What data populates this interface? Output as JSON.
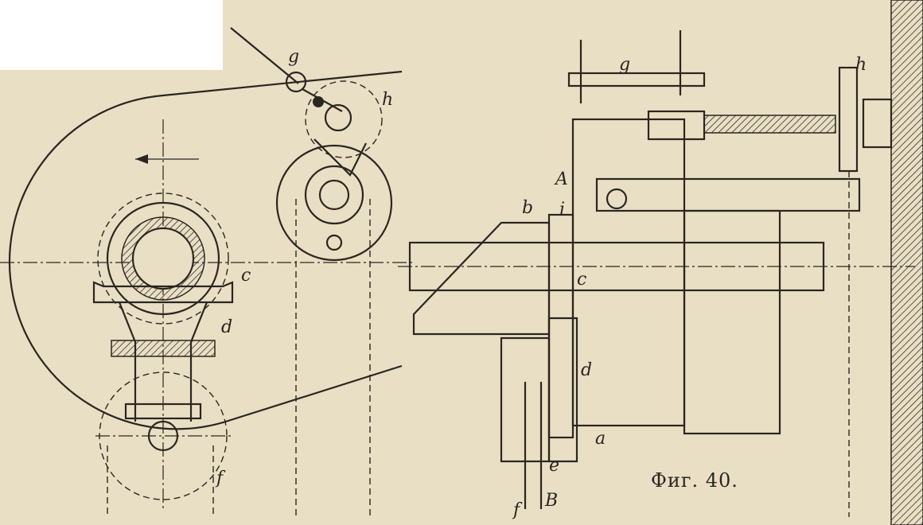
{
  "figure": {
    "caption": "Фиг. 40."
  },
  "left_view": {
    "labels": {
      "g": "g",
      "h": "h",
      "c": "c",
      "d": "d",
      "f": "f"
    }
  },
  "right_view": {
    "labels": {
      "g": "g",
      "h": "h",
      "A": "A",
      "b": "b",
      "i": "i",
      "c": "c",
      "d": "d",
      "a": "a",
      "e": "e",
      "f": "f",
      "B": "B"
    }
  },
  "colors": {
    "paper": "#e9dfc4",
    "ink": "#2b2620"
  }
}
